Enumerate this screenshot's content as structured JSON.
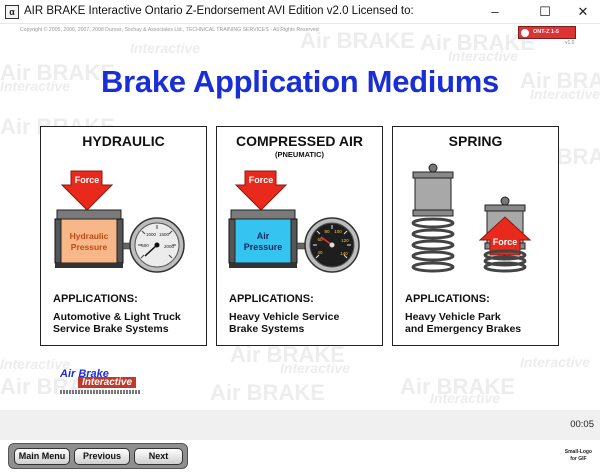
{
  "window": {
    "title": "AIR BRAKE Interactive Ontario Z-Endorsement AVI Edition v2.0  Licensed to:",
    "icon_name": "app-gauge-icon",
    "minimize_glyph": "–",
    "maximize_glyph": "☐",
    "close_glyph": "✕"
  },
  "header": {
    "copyright": "Copyright © 2005, 2006, 2007, 2008 Duross, Sochay & Associates Ltd., TECHNICAL TRAINING SERVICES - All Rights Reserved",
    "badge": "ONT-Z 1-5",
    "version": "v1.0"
  },
  "watermark": {
    "big": "Air BRAKE",
    "small": "Interactive"
  },
  "page": {
    "title": "Brake Application Mediums"
  },
  "panels": [
    {
      "title": "HYDRAULIC",
      "subtitle": "",
      "force_label": "Force",
      "chamber_label_1": "Hydraulic",
      "chamber_label_2": "Pressure",
      "apps_heading": "APPLICATIONS:",
      "apps_line_1": "Automotive & Light Truck",
      "apps_line_2": "Service Brake Systems",
      "gauge_labels": [
        "500",
        "1000",
        "1500",
        "2000"
      ]
    },
    {
      "title": "COMPRESSED AIR",
      "subtitle": "(PNEUMATIC)",
      "force_label": "Force",
      "chamber_label_1": "Air",
      "chamber_label_2": "Pressure",
      "apps_heading": "APPLICATIONS:",
      "apps_line_1": "Heavy Vehicle Service",
      "apps_line_2": "Brake Systems",
      "gauge_labels": [
        "40",
        "60",
        "80",
        "100",
        "120",
        "140"
      ]
    },
    {
      "title": "SPRING",
      "subtitle": "",
      "force_label": "Force",
      "apps_heading": "APPLICATIONS:",
      "apps_line_1": "Heavy Vehicle Park",
      "apps_line_2": "and Emergency Brakes"
    }
  ],
  "logo": {
    "line1": "Air Brake",
    "line2": "Interactive"
  },
  "status": {
    "time": "00:05"
  },
  "nav": {
    "main_menu": "Main Menu",
    "previous": "Previous",
    "next": "Next",
    "small_logo_1": "Small-Logo",
    "small_logo_2": "for GIF"
  },
  "colors": {
    "title_blue": "#1a2ed8",
    "force_red": "#e8291c",
    "hydraulic_fill": "#f7b788",
    "air_fill": "#35c4ef",
    "window_bg": "#ffffff"
  }
}
